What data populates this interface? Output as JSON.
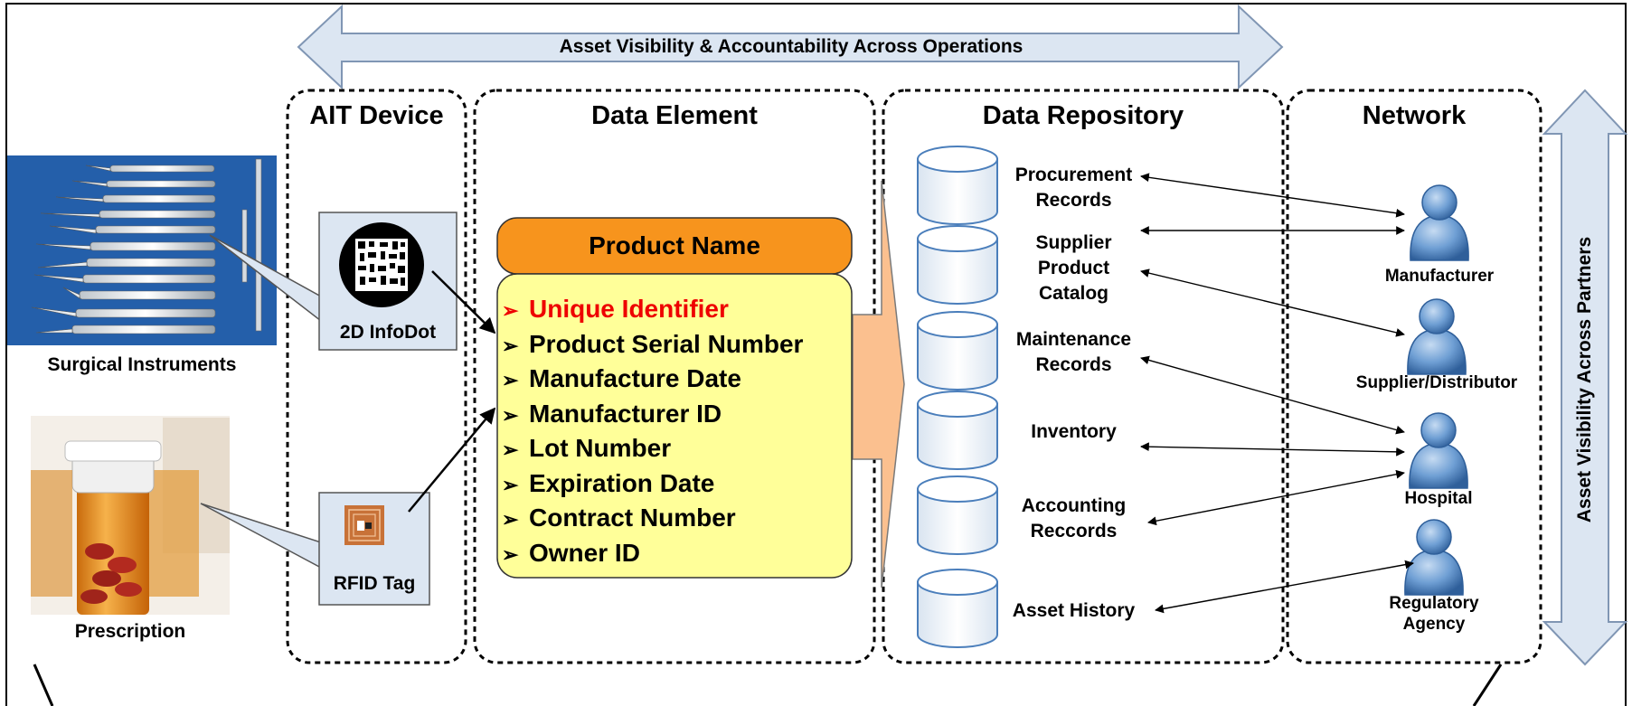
{
  "banner_top": "Asset Visibility & Accountability Across Operations",
  "banner_right": "Asset Visibility Across Partners",
  "panels": {
    "ait": "AIT Device",
    "data_element": "Data Element",
    "repository": "Data Repository",
    "network": "Network"
  },
  "images": {
    "surgical": "Surgical Instruments",
    "prescription": "Prescription"
  },
  "devices": {
    "infodot": "2D InfoDot",
    "rfid": "RFID Tag"
  },
  "product_name": "Product Name",
  "data_elements": [
    {
      "text": "Unique Identifier",
      "highlight": true
    },
    {
      "text": "Product Serial Number",
      "highlight": false
    },
    {
      "text": "Manufacture Date",
      "highlight": false
    },
    {
      "text": "Manufacturer ID",
      "highlight": false
    },
    {
      "text": "Lot Number",
      "highlight": false
    },
    {
      "text": "Expiration Date",
      "highlight": false
    },
    {
      "text": "Contract Number",
      "highlight": false
    },
    {
      "text": "Owner ID",
      "highlight": false
    }
  ],
  "repositories": [
    "Procurement\nRecords",
    "Supplier\nProduct\nCatalog",
    "Maintenance\nRecords",
    "Inventory",
    "Accounting\nReccords",
    "Asset History"
  ],
  "partners": [
    "Manufacturer",
    "Supplier/Distributor",
    "Hospital",
    "Regulatory\nAgency"
  ],
  "colors": {
    "product_header": "#f7941d",
    "data_box": "#ffff99",
    "funnel": "#fbc08f",
    "banner_arrow": "#dce6f2",
    "banner_stroke": "#8096b4",
    "database_stroke": "#4a7ebb",
    "person": "#4f81bd",
    "highlight_text": "#ee0000"
  }
}
